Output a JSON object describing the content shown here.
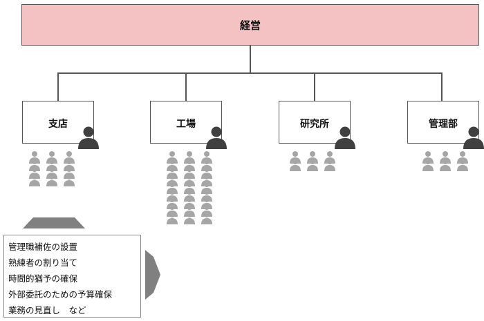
{
  "top": {
    "label": "経営"
  },
  "departments": [
    {
      "id": "shiten",
      "label": "支店",
      "staff_count": 12
    },
    {
      "id": "kojo",
      "label": "工場",
      "staff_count": 27
    },
    {
      "id": "kenkyusho",
      "label": "研究所",
      "staff_count": 6
    },
    {
      "id": "kanribu",
      "label": "管理部",
      "staff_count": 6
    }
  ],
  "measures": {
    "items": [
      "管理職補佐の設置",
      "熟練者の割り当て",
      "時間的猶予の確保",
      "外部委託のための予算確保",
      "業務の見直し　など"
    ]
  },
  "colors": {
    "top_fill": "#f4c2c2",
    "manager_icon": "#404040",
    "staff_icon": "#a6a6a6",
    "arrow": "#808080"
  },
  "icons": {
    "manager": "person-icon",
    "staff": "person-icon",
    "up_arrow": "up-arrow-icon",
    "right_arrow": "right-arrow-icon"
  }
}
